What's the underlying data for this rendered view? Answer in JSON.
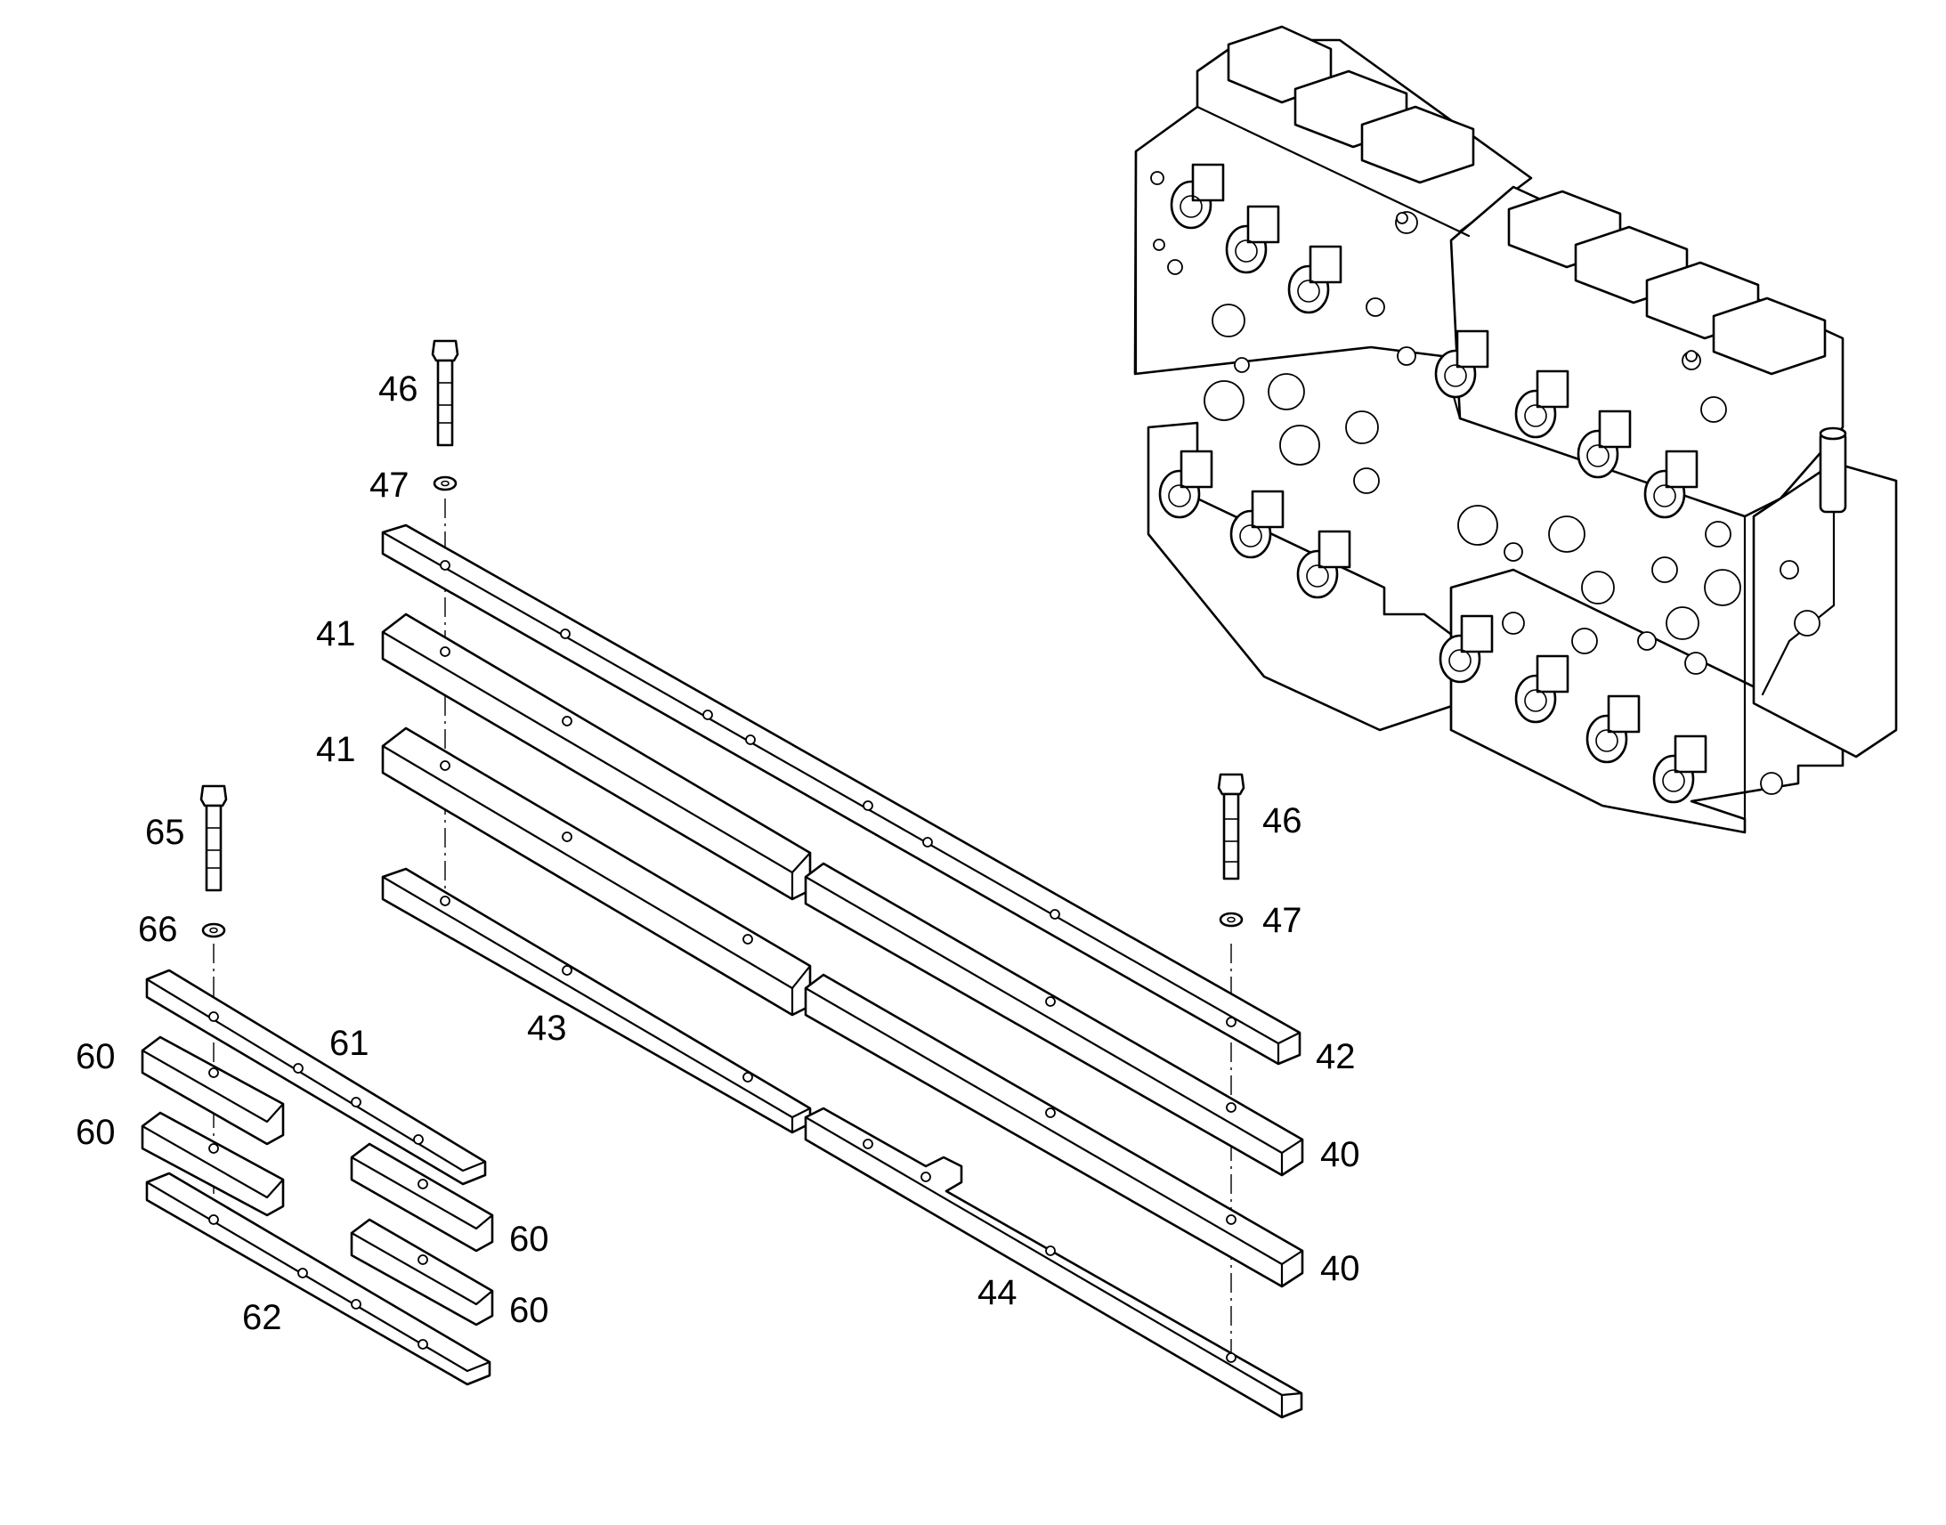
{
  "callouts": [
    {
      "id": "c-46-left",
      "text": "46"
    },
    {
      "id": "c-47-left",
      "text": "47"
    },
    {
      "id": "c-41-upper",
      "text": "41"
    },
    {
      "id": "c-41-lower",
      "text": "41"
    },
    {
      "id": "c-65",
      "text": "65"
    },
    {
      "id": "c-66",
      "text": "66"
    },
    {
      "id": "c-60-a",
      "text": "60"
    },
    {
      "id": "c-61",
      "text": "61"
    },
    {
      "id": "c-60-b",
      "text": "60"
    },
    {
      "id": "c-43",
      "text": "43"
    },
    {
      "id": "c-46-right",
      "text": "46"
    },
    {
      "id": "c-47-right",
      "text": "47"
    },
    {
      "id": "c-42",
      "text": "42"
    },
    {
      "id": "c-40-upper",
      "text": "40"
    },
    {
      "id": "c-40-lower",
      "text": "40"
    },
    {
      "id": "c-60-c",
      "text": "60"
    },
    {
      "id": "c-60-d",
      "text": "60"
    },
    {
      "id": "c-62",
      "text": "62"
    },
    {
      "id": "c-44",
      "text": "44"
    }
  ]
}
